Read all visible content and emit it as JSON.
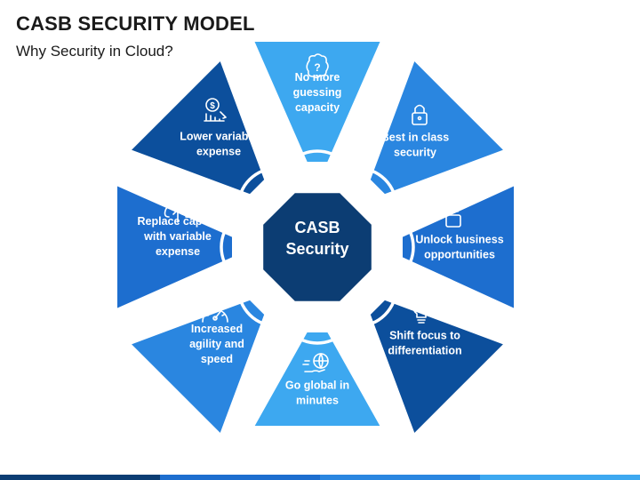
{
  "title": "CASB SECURITY MODEL",
  "subtitle": "Why Security in Cloud?",
  "center": {
    "line1": "CASB",
    "line2": "Security"
  },
  "segments": [
    {
      "id": "guessing",
      "lines": [
        "No more",
        "guessing",
        "capacity"
      ],
      "icon": "question-bubble-icon",
      "color": "#3da8f0"
    },
    {
      "id": "best-class",
      "lines": [
        "Best in class",
        "security"
      ],
      "icon": "padlock-icon",
      "color": "#2a86e0"
    },
    {
      "id": "unlock",
      "lines": [
        "Unlock business",
        "opportunities"
      ],
      "icon": "unlocked-padlock-icon",
      "color": "#1d6ecf"
    },
    {
      "id": "shift-focus",
      "lines": [
        "Shift focus to",
        "differentiation"
      ],
      "icon": "lightbulb-icon",
      "color": "#0c4f9c"
    },
    {
      "id": "go-global",
      "lines": [
        "Go global in",
        "minutes"
      ],
      "icon": "globe-hand-icon",
      "color": "#3da8f0"
    },
    {
      "id": "agility",
      "lines": [
        "Increased",
        "agility and",
        "speed"
      ],
      "icon": "speedometer-icon",
      "color": "#2a86e0"
    },
    {
      "id": "capex",
      "lines": [
        "Replace cap-ex",
        "with variable",
        "expense"
      ],
      "icon": "cloud-upload-icon",
      "color": "#1d6ecf"
    },
    {
      "id": "lower-expense",
      "lines": [
        "Lower variable",
        "expense"
      ],
      "icon": "dollar-chart-icon",
      "color": "#0c4f9c"
    }
  ],
  "colors": {
    "center": "#0c3d73",
    "ring": "#ffffff",
    "text": "#ffffff",
    "bar": [
      "#0c3d73",
      "#1d6ecf",
      "#2a86e0",
      "#3da8f0"
    ]
  }
}
